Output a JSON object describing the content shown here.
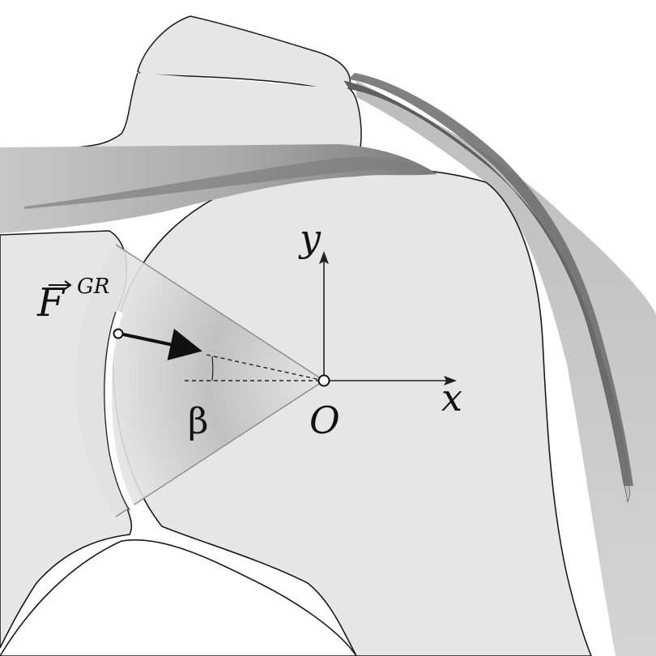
{
  "labels": {
    "force": "F",
    "force_superscript": "GR",
    "angle": "β",
    "origin": "O",
    "x_axis": "x",
    "y_axis": "y"
  },
  "colors": {
    "bone_fill": "#e6e6e6",
    "outline": "#1a1a1a",
    "muscle_light": "#bdbdbd",
    "muscle_dark": "#6e6e6e",
    "axis": "#222222"
  }
}
